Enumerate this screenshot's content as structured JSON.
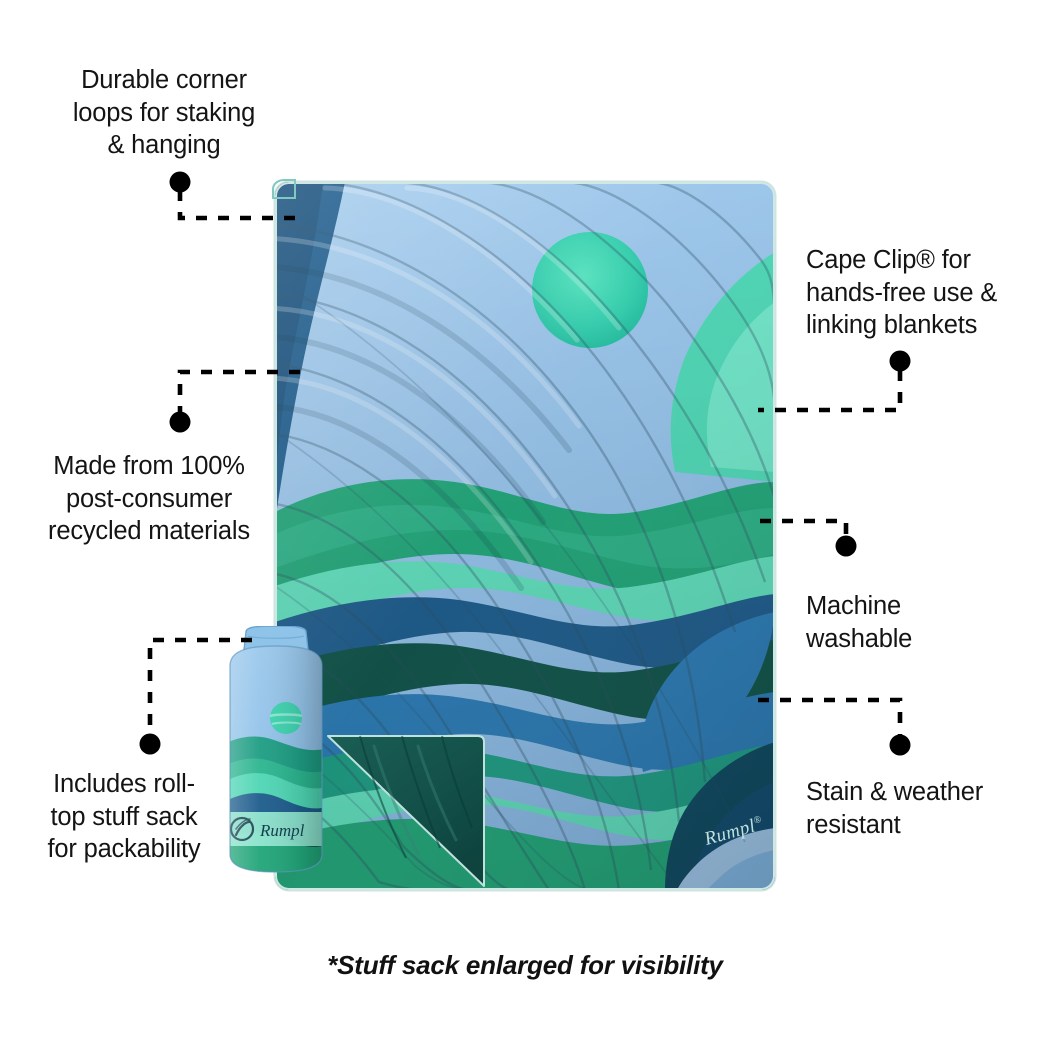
{
  "product": {
    "brand": "Rumpl",
    "brand_mark": "Rumpl",
    "registered_symbol": "®"
  },
  "callouts": [
    {
      "id": "durable-corner-loops",
      "text": "Durable corner\nloops for staking\n& hanging",
      "position": "top-left"
    },
    {
      "id": "recycled-materials",
      "text": "Made from 100%\npost-consumer\nrecycled materials",
      "position": "mid-left"
    },
    {
      "id": "stuff-sack",
      "text": "Includes roll-\ntop stuff sack\nfor packability",
      "position": "bottom-left"
    },
    {
      "id": "cape-clip",
      "text": "Cape Clip® for\nhands-free use &\nlinking blankets",
      "position": "top-right"
    },
    {
      "id": "machine-washable",
      "text": "Machine\nwashable",
      "position": "mid-right"
    },
    {
      "id": "stain-weather",
      "text": "Stain & weather\nresistant",
      "position": "bottom-right"
    }
  ],
  "footnote": {
    "text": "*Stuff sack enlarged for visibility"
  },
  "colors": {
    "light_blue": "#9dc6e9",
    "sky_blue": "#8fbce4",
    "mid_blue": "#4e9fd4",
    "ocean_blue": "#2b7bb5",
    "navy": "#1d5c8c",
    "deep_navy": "#16446b",
    "teal": "#1e9d84",
    "green": "#21a578",
    "deep_green": "#10544a",
    "dark_green": "#14504a",
    "mint": "#5fdcbb",
    "bright_mint": "#3fd3b0",
    "pale_mint": "#a6ead6",
    "leader_line": "#000000",
    "text": "#141414",
    "background": "#ffffff"
  },
  "stuff_sack": {
    "label_text": "Rumpl",
    "cap_color": "#8fc4e8",
    "band_color": "#8fe6d0"
  }
}
